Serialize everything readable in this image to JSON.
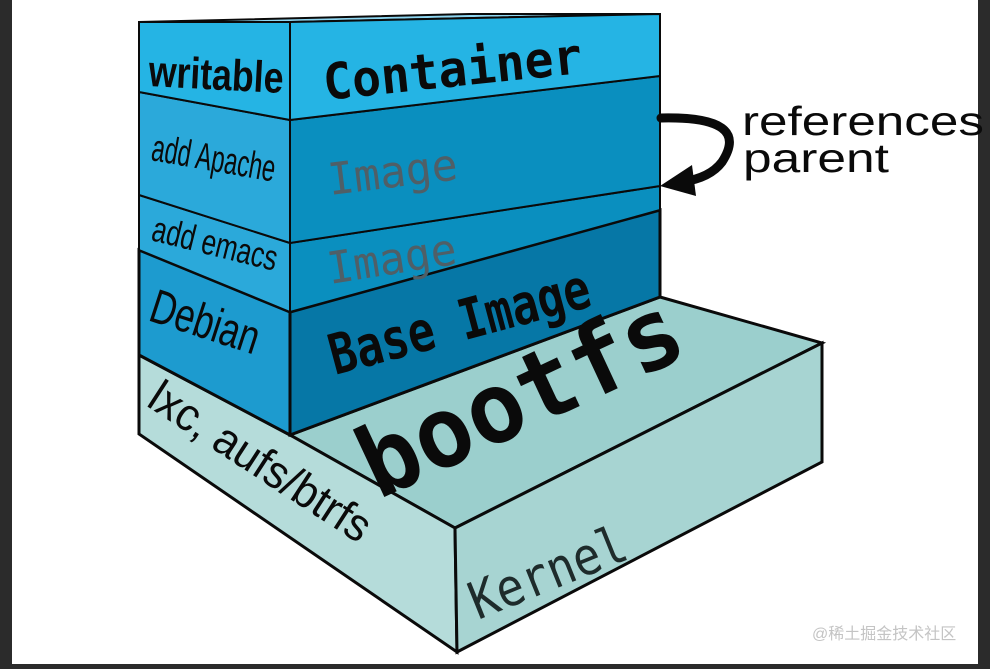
{
  "colors": {
    "frame": "#2b2b2b",
    "page": "#ffffff",
    "container_face": "#25b4e4",
    "container_top": "#8fd7f2",
    "image_face": "#0a8fbf",
    "image_side": "#2ba9da",
    "base_face": "#0677a6",
    "base_side": "#1d9bcf",
    "kernel_face": "#a7d4d2",
    "kernel_top": "#9bcfcd",
    "kernel_side": "#b5dcda"
  },
  "layers": {
    "container": {
      "side_label": "writable",
      "face_label": "Container"
    },
    "image_apache": {
      "side_label": "add Apache",
      "face_label": "Image"
    },
    "image_emacs": {
      "side_label": "add emacs",
      "face_label": "Image"
    },
    "base": {
      "side_label": "Debian",
      "face_label": "Base Image"
    },
    "kernel": {
      "side_label": "lxc, aufs/btrfs",
      "face_label": "Kernel",
      "top_label": "bootfs"
    }
  },
  "annotation": {
    "line1": "references",
    "line2": "parent",
    "icon": "curved-arrow-icon"
  },
  "watermark": "@稀土掘金技术社区"
}
